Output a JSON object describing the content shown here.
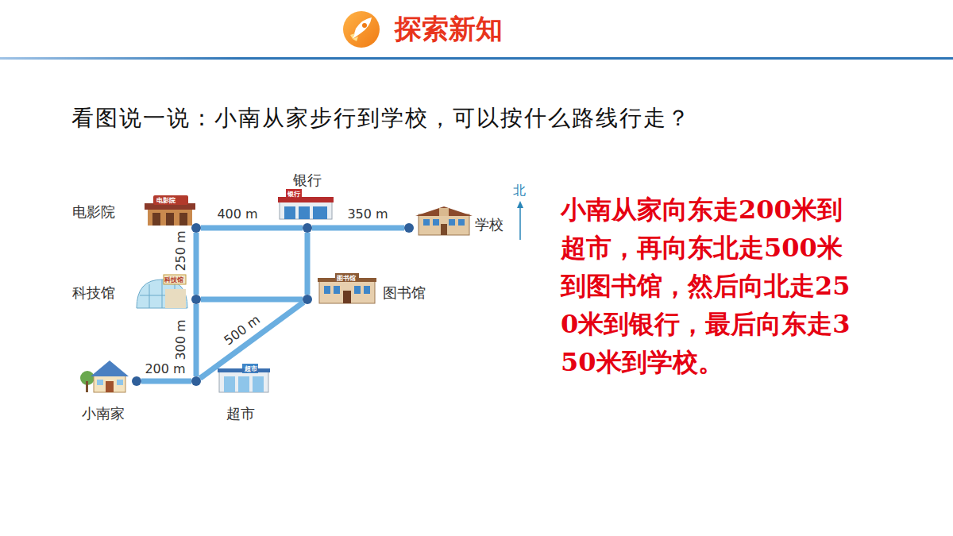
{
  "diagram": {
    "title": "看图说一说：小南从家步行到学校，可以按什么路线行走？",
    "nodes": [
      {
        "text": [
          "电影院"
        ]
      },
      {
        "text": [
          "银行"
        ]
      },
      {
        "text": [
          "学校"
        ]
      },
      {
        "text": [
          "科技馆"
        ]
      },
      {
        "text": [
          "图书馆"
        ]
      },
      {
        "text": [
          "小南家"
        ]
      },
      {
        "text": [
          "超市"
        ]
      }
    ],
    "edges": [
      {
        "from": 5,
        "to": 6,
        "arrow": "none",
        "label": "200 m"
      },
      {
        "from": 6,
        "to": 3,
        "arrow": "none",
        "label": "300 m"
      },
      {
        "from": 3,
        "to": 0,
        "arrow": "none",
        "label": "250 m"
      },
      {
        "from": 0,
        "to": 1,
        "arrow": "none",
        "label": "400 m"
      },
      {
        "from": 1,
        "to": 2,
        "arrow": "none",
        "label": "350 m"
      },
      {
        "from": 6,
        "to": 4,
        "arrow": "none",
        "label": "500 m"
      },
      {
        "from": 3,
        "to": 4,
        "arrow": "none"
      },
      {
        "from": 4,
        "to": 1,
        "arrow": "none"
      }
    ],
    "labels": [
      "探索新知",
      "北",
      "小南从家向东走200米到超市，再向东北走500米到图书馆，然后向北走250米到银行，最后向东走350米到学校。",
      "电影院",
      "银行",
      "科技馆",
      "图书馆",
      "超市"
    ]
  }
}
